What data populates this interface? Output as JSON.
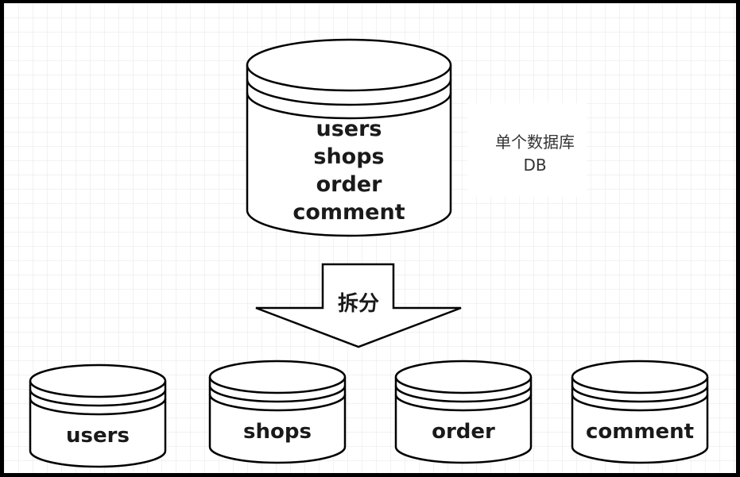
{
  "diagram": {
    "main_db": {
      "tables": [
        "users",
        "shops",
        "order",
        "comment"
      ]
    },
    "note": {
      "line1": "单个数据库",
      "line2": "DB"
    },
    "arrow": {
      "label": "拆分"
    },
    "split_dbs": [
      {
        "label": "users"
      },
      {
        "label": "shops"
      },
      {
        "label": "order"
      },
      {
        "label": "comment"
      }
    ]
  },
  "colors": {
    "frame": "#000000",
    "background": "#ffffff",
    "grid": "#e6e6e6",
    "stroke": "#000000",
    "fill": "#ffffff"
  }
}
